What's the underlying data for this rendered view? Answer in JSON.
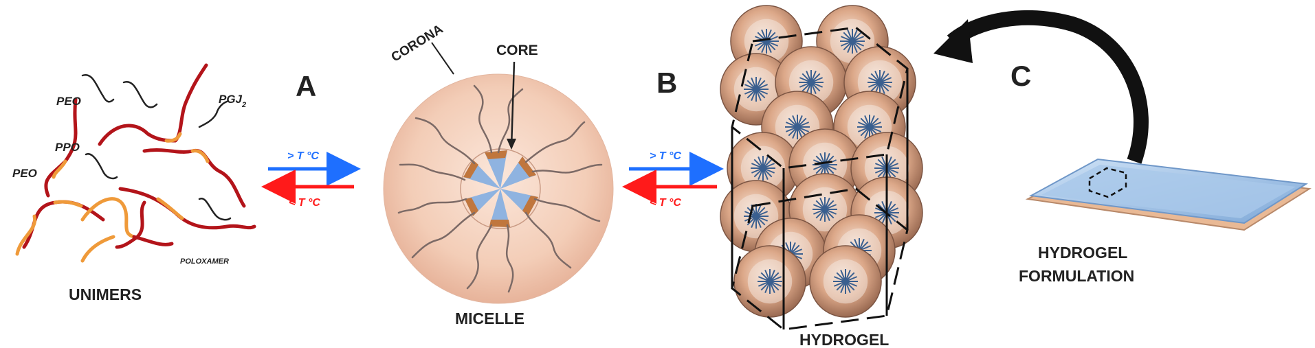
{
  "labels": {
    "step_a": "A",
    "step_b": "B",
    "step_c": "C",
    "unimers": "UNIMERS",
    "micelle": "MICELLE",
    "hydrogel": "HYDROGEL",
    "formulation_line1": "HYDROGEL",
    "formulation_line2": "FORMULATION",
    "corona": "CORONA",
    "core": "CORE",
    "peo_top": "PEO",
    "ppo": "PPO",
    "peo_bottom": "PEO",
    "pgj2": "PGJ",
    "pgj2_sub": "2",
    "poloxamer": "POLOXAMER",
    "arrow_up_a": "> T °C",
    "arrow_down_a": "< T °C",
    "arrow_up_b": "> T °C",
    "arrow_down_b": "< T °C"
  },
  "colors": {
    "warm_arrow": "#ff1a1a",
    "cool_arrow": "#1e6fff",
    "polymer_red": "#b3141a",
    "polymer_orange": "#ef9a3a",
    "drug_black": "#222222",
    "micelle_fill": "#f4cfb8",
    "sphere_fill": "#d9a184",
    "dish_blue": "#a9c8ea"
  }
}
